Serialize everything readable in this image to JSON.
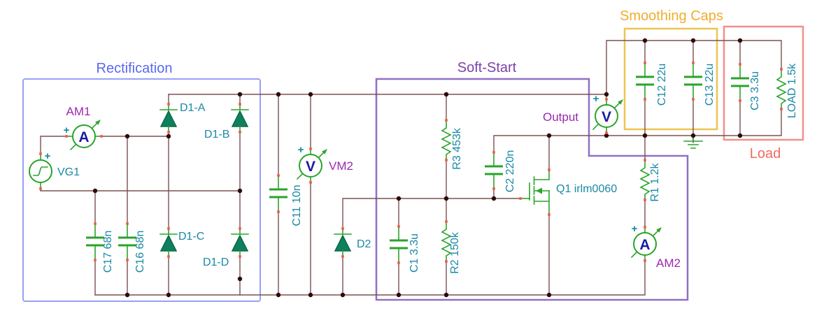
{
  "sections": {
    "rectification": {
      "title": "Rectification",
      "color": "#5a68f0"
    },
    "soft_start": {
      "title": "Soft-Start",
      "color": "#7a42ad"
    },
    "smoothing_caps": {
      "title": "Smoothing Caps",
      "color": "#f0ad2e"
    },
    "load": {
      "title": "Load",
      "color": "#f4695c"
    }
  },
  "components": {
    "vg1": {
      "label": "VG1",
      "plus": "+"
    },
    "d1a": {
      "label": "D1-A"
    },
    "d1b": {
      "label": "D1-B"
    },
    "d1c": {
      "label": "D1-C"
    },
    "d1d": {
      "label": "D1-D"
    },
    "d2": {
      "label": "D2"
    },
    "c17": {
      "label": "C17 68n"
    },
    "c16": {
      "label": "C16 68n"
    },
    "c11": {
      "label": "C11 10n"
    },
    "c1": {
      "label": "C1 3.3u"
    },
    "c2": {
      "label": "C2 220n"
    },
    "c12": {
      "label": "C12 22u"
    },
    "c13": {
      "label": "C13 22u"
    },
    "c3": {
      "label": "C3 3.3u"
    },
    "r1": {
      "label": "R1 1.2k"
    },
    "r2": {
      "label": "R2 150k"
    },
    "r3": {
      "label": "R3 453k"
    },
    "load_resistor": {
      "label": "LOAD 1.5k"
    },
    "q1": {
      "label": "Q1 irlm0060"
    }
  },
  "instruments": {
    "am1": {
      "label": "AM1",
      "letter": "A",
      "plus": "+"
    },
    "vm2": {
      "label": "VM2",
      "letter": "V",
      "plus": "+"
    },
    "am2": {
      "label": "AM2",
      "letter": "A",
      "plus": "+"
    },
    "output_voltmeter": {
      "label": "Output",
      "letter": "V",
      "plus": "+"
    }
  },
  "colors": {
    "wire": "#7a5050",
    "component_green": "#2aa32a",
    "diode_fill": "#0e8060",
    "teal_label": "#1989a5",
    "purple_label": "#9c27b0",
    "meter_letter": "#1b1b9e",
    "junction_dot": "#2e0a0a",
    "pin_mark": "#f4564a",
    "background": "#ffffff"
  }
}
